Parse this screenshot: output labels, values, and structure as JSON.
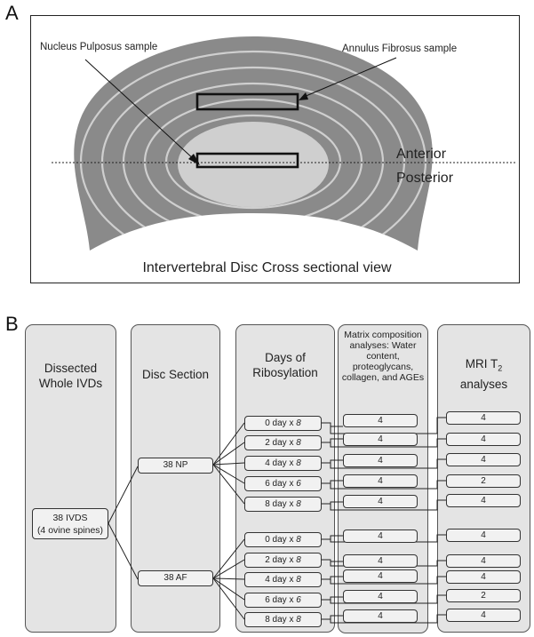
{
  "panel_letters": {
    "a": "A",
    "b": "B"
  },
  "panel_a": {
    "np_label": "Nucleus Pulposus sample",
    "af_label": "Annulus Fibrosus sample",
    "anterior": "Anterior",
    "posterior": "Posterior",
    "caption": "Intervertebral Disc Cross sectional view"
  },
  "panel_b": {
    "col1_title": "Dissected Whole IVDs",
    "col2_title": "Disc Section",
    "col3_title": "Days of Ribosylation",
    "col4_title": "Matrix composition analyses: Water content, proteoglycans, collagen, and AGEs",
    "col5_title_main": "MRI T",
    "col5_title_sub": "2",
    "col5_title_tail": "analyses",
    "ivds_line1": "38 IVDS",
    "ivds_line2": "(4 ovine spines)",
    "np_box": "38 NP",
    "af_box": "38 AF",
    "np_groups": [
      {
        "day": "0 day x ",
        "n": "8",
        "matrix": "4",
        "mri": "4"
      },
      {
        "day": "2 day  x ",
        "n": "8",
        "matrix": "4",
        "mri": "4"
      },
      {
        "day": "4 day x ",
        "n": "8",
        "matrix": "4",
        "mri": "4"
      },
      {
        "day": "6 day  x ",
        "n": "6",
        "matrix": "4",
        "mri": "2"
      },
      {
        "day": "8 day x ",
        "n": "8",
        "matrix": "4",
        "mri": "4"
      }
    ],
    "af_groups": [
      {
        "day": "0 day x ",
        "n": "8",
        "matrix": "4",
        "mri": "4"
      },
      {
        "day": "2 day x ",
        "n": "8",
        "matrix": "4",
        "mri": "4"
      },
      {
        "day": "4 day x ",
        "n": "8",
        "matrix": "4",
        "mri": "4"
      },
      {
        "day": "6 day x ",
        "n": "6",
        "matrix": "4",
        "mri": "2"
      },
      {
        "day": "8 day  x ",
        "n": "8",
        "matrix": "4",
        "mri": "4"
      }
    ]
  }
}
